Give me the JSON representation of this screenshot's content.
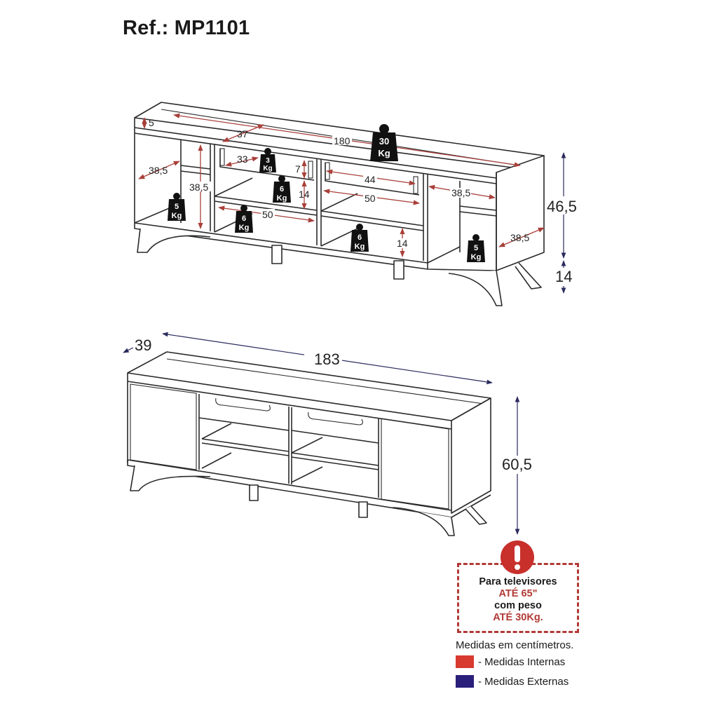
{
  "header": {
    "title": "Ref.: MP1101"
  },
  "colors": {
    "internal_measure": "#d83a2f",
    "external_measure": "#2a1f7a",
    "alert": "#c8302b",
    "internal_arrow": "#a8403a",
    "external_arrow": "#2b2a5e"
  },
  "top_view": {
    "internal_dimensions": {
      "top_rail": "5",
      "top_depth": "37",
      "top_width": "180",
      "left_compartment_depth": "38,5",
      "left_compartment_height": "38,5",
      "drawer_width_left": "33",
      "drawer_height": "7",
      "niche_height_upper": "14",
      "niche_width_left": "50",
      "drawer_width_right": "44",
      "niche_width_right": "50",
      "right_compartment_width": "38,5",
      "right_compartment_depth": "38,5",
      "niche_height_lower": "14"
    },
    "external_dimensions": {
      "body_height": "46,5",
      "leg_height": "14"
    },
    "weights": [
      {
        "value": "30",
        "unit": "Kg",
        "location": "top"
      },
      {
        "value": "3",
        "unit": "Kg",
        "location": "left-drawer"
      },
      {
        "value": "6",
        "unit": "Kg",
        "location": "left-upper-niche"
      },
      {
        "value": "6",
        "unit": "Kg",
        "location": "left-lower-niche"
      },
      {
        "value": "5",
        "unit": "Kg",
        "location": "left-compartment"
      },
      {
        "value": "6",
        "unit": "Kg",
        "location": "right-lower-niche"
      },
      {
        "value": "5",
        "unit": "Kg",
        "location": "right-compartment"
      }
    ]
  },
  "bottom_view": {
    "external_dimensions": {
      "depth": "39",
      "width": "183",
      "total_height": "60,5"
    }
  },
  "notice": {
    "line1": "Para televisores",
    "line2": "ATÉ 65\"",
    "line3": "com peso",
    "line4": "ATÉ 30Kg."
  },
  "legend": {
    "units_note": "Medidas em centímetros.",
    "items": [
      {
        "label": "- Medidas Internas",
        "color": "#d83a2f"
      },
      {
        "label": "- Medidas Externas",
        "color": "#2a1f7a"
      }
    ]
  }
}
